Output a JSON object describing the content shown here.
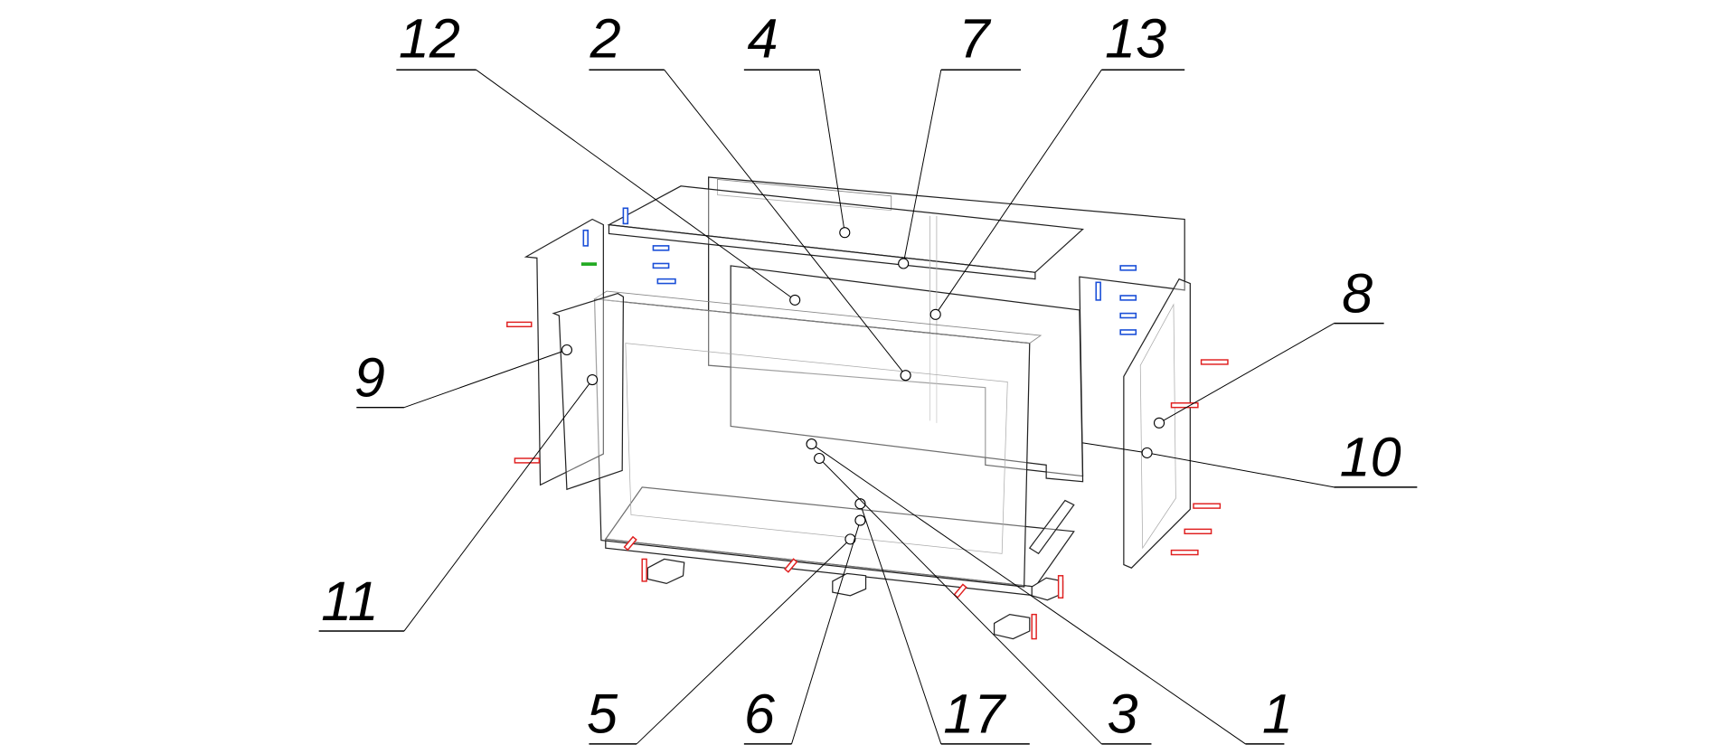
{
  "diagram": {
    "type": "exploded-assembly",
    "callouts": [
      {
        "id": "c12",
        "label": "12"
      },
      {
        "id": "c2",
        "label": "2"
      },
      {
        "id": "c4",
        "label": "4"
      },
      {
        "id": "c7",
        "label": "7"
      },
      {
        "id": "c13",
        "label": "13"
      },
      {
        "id": "c8",
        "label": "8"
      },
      {
        "id": "c9",
        "label": "9"
      },
      {
        "id": "c10",
        "label": "10"
      },
      {
        "id": "c11",
        "label": "11"
      },
      {
        "id": "c5",
        "label": "5"
      },
      {
        "id": "c6",
        "label": "6"
      },
      {
        "id": "c17",
        "label": "17"
      },
      {
        "id": "c3",
        "label": "3"
      },
      {
        "id": "c1",
        "label": "1"
      }
    ],
    "colors": {
      "line": "#000000",
      "dowel": "#e02020",
      "fitting": "#1a4fd8",
      "cam": "#22aa22"
    }
  }
}
